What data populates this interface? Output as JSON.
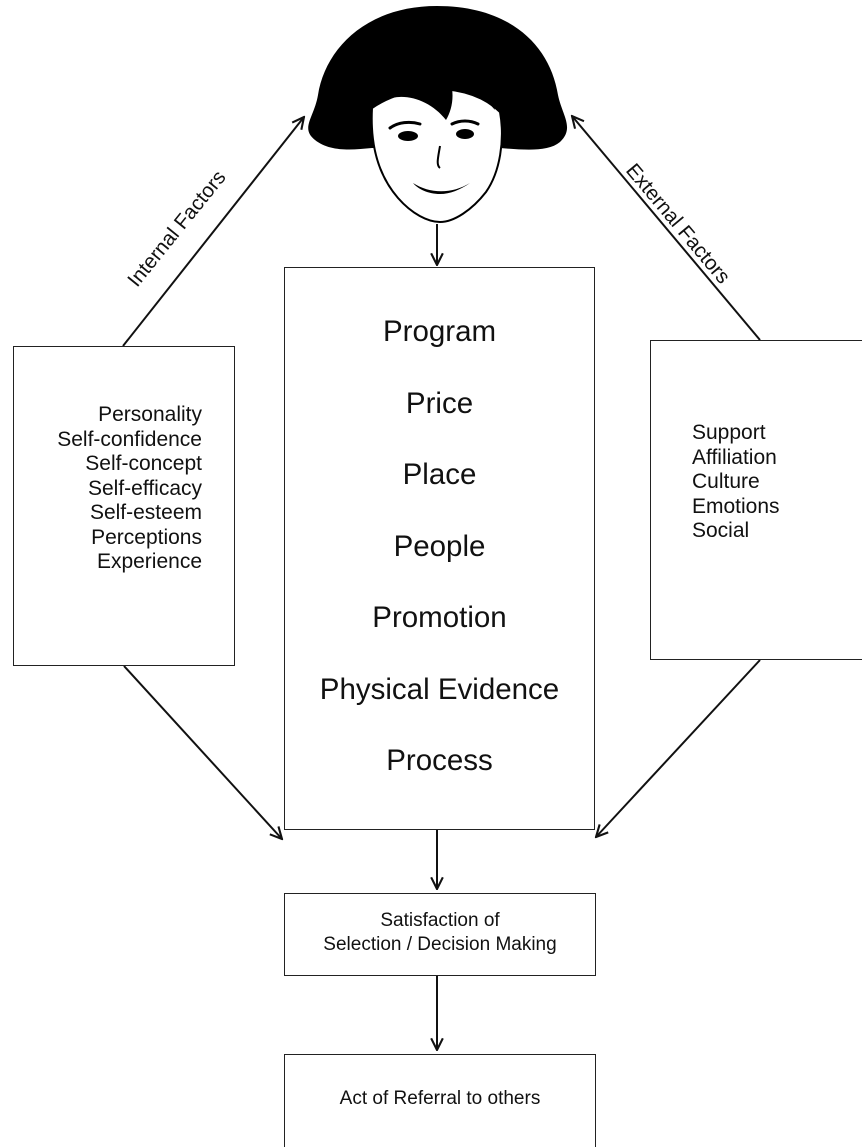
{
  "labels": {
    "internal": "Internal Factors",
    "external": "External Factors"
  },
  "internal_factors": [
    "Personality",
    "Self-confidence",
    "Self-concept",
    "Self-efficacy",
    "Self-esteem",
    "Perceptions",
    "Experience"
  ],
  "marketing_mix": [
    "Program",
    "Price",
    "Place",
    "People",
    "Promotion",
    "Physical Evidence",
    "Process"
  ],
  "external_factors": [
    "Support",
    "Affiliation",
    "Culture",
    "Emotions",
    "Social"
  ],
  "satisfaction": {
    "line1": "Satisfaction of",
    "line2": "Selection / Decision Making"
  },
  "referral": "Act of Referral to others",
  "icons": {
    "person": "woman-face-icon"
  }
}
